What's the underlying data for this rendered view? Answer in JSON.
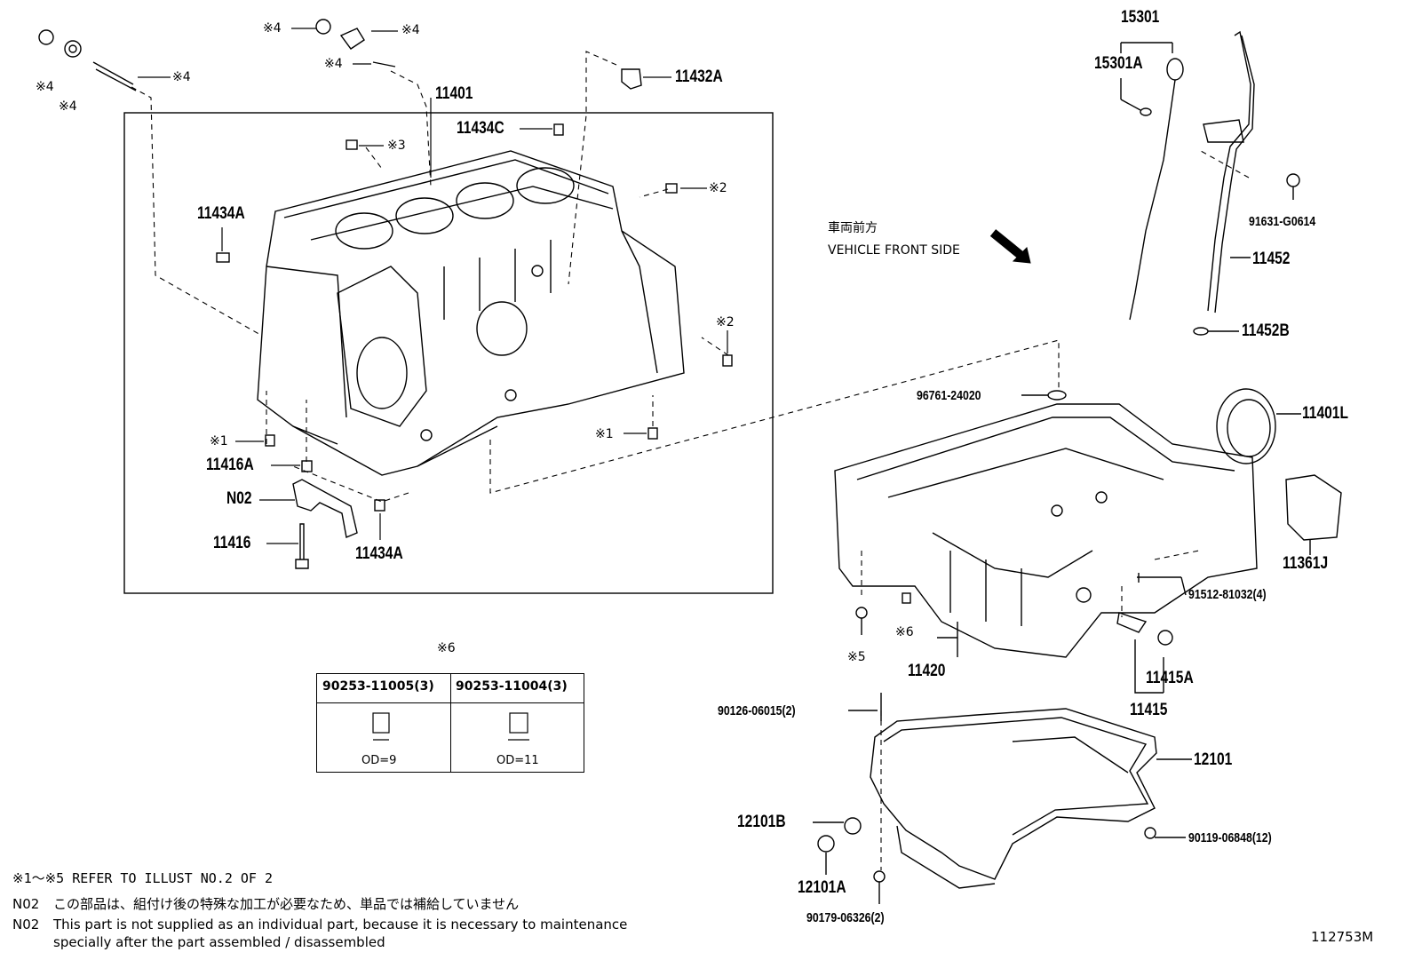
{
  "diagram": {
    "direction_jp": "車両前方",
    "direction_en": "VEHICLE FRONT SIDE",
    "illustration_id": "112753M",
    "table_header_marker": "※6",
    "table": [
      {
        "part": "90253-11005(3)",
        "size": "OD=9"
      },
      {
        "part": "90253-11004(3)",
        "size": "OD=11"
      }
    ],
    "notes": {
      "refer": "※1～※5 REFER TO ILLUST NO.2 OF 2",
      "n02_jp_code": "N02",
      "n02_jp": "この部品は、組付け後の特殊な加工が必要なため、単品では補給していません",
      "n02_en_code": "N02",
      "n02_en_line1": "This part is not supplied as an individual part, because it is necessary to maintenance",
      "n02_en_line2": "specially after the part assembled / disassembled"
    },
    "part_labels": {
      "p11401": "11401",
      "p11432A": "11432A",
      "p11434C": "11434C",
      "p11434A_top": "11434A",
      "p11416A": "11416A",
      "pN02": "N02",
      "p11416": "11416",
      "p11434A_bottom": "11434A",
      "p15301": "15301",
      "p15301A": "15301A",
      "p91631": "91631-G0614",
      "p11452": "11452",
      "p11452B": "11452B",
      "p96761": "96761-24020",
      "p11401L": "11401L",
      "p11361J": "11361J",
      "p91512": "91512-81032(4)",
      "p11420": "11420",
      "p11415A": "11415A",
      "p11415": "11415",
      "p90126": "90126-06015(2)",
      "p12101": "12101",
      "p12101B": "12101B",
      "p90119": "90119-06848(12)",
      "p12101A": "12101A",
      "p90179": "90179-06326(2)"
    },
    "markers": {
      "m4a": "※4",
      "m4b": "※4",
      "m4c": "※4",
      "m4d": "※4",
      "m4e": "※4",
      "m4f": "※4",
      "m3": "※3",
      "m2a": "※2",
      "m2b": "※2",
      "m1a": "※1",
      "m1b": "※1",
      "m6": "※6",
      "m5": "※5"
    }
  }
}
